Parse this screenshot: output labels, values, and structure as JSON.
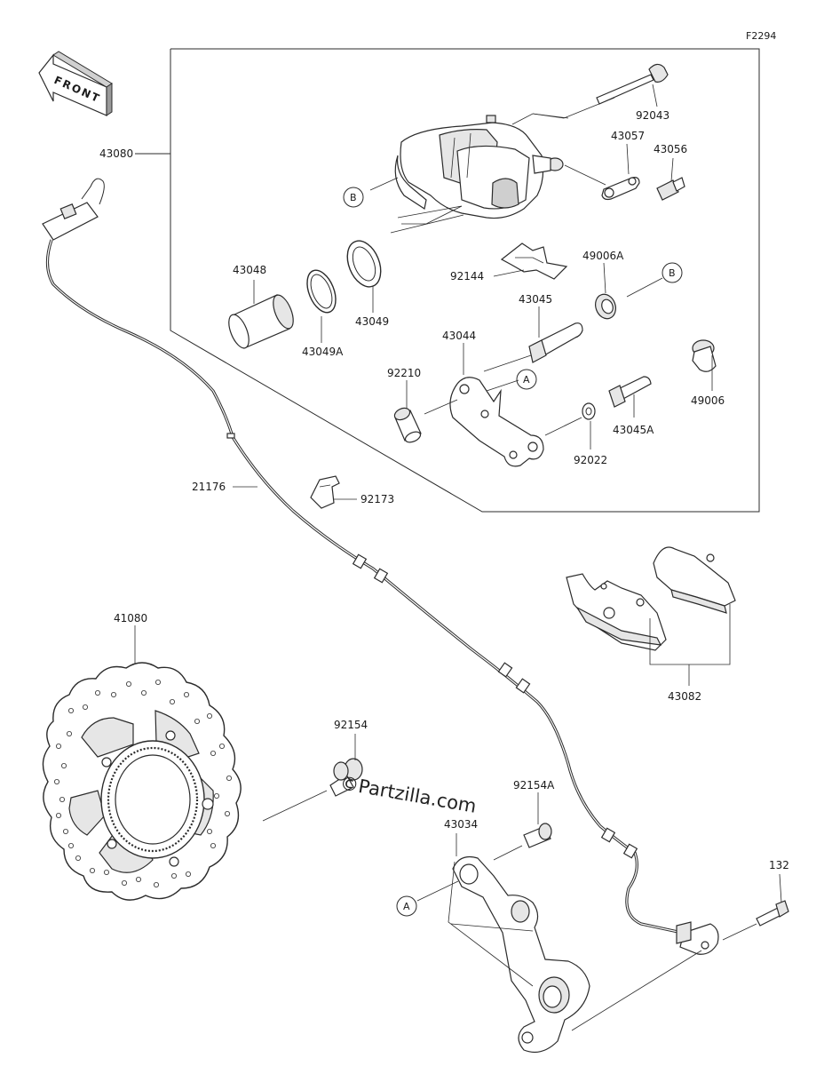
{
  "diagram": {
    "code": "F2294",
    "front_label": "FRONT",
    "watermark": "©Partzilla.com",
    "ref_a": "A",
    "ref_b": "B"
  },
  "parts": [
    {
      "id": "43080",
      "label": "43080"
    },
    {
      "id": "92043",
      "label": "92043"
    },
    {
      "id": "43057",
      "label": "43057"
    },
    {
      "id": "43056",
      "label": "43056"
    },
    {
      "id": "43048",
      "label": "43048"
    },
    {
      "id": "43049A",
      "label": "43049A"
    },
    {
      "id": "43049",
      "label": "43049"
    },
    {
      "id": "92144",
      "label": "92144"
    },
    {
      "id": "49006A",
      "label": "49006A"
    },
    {
      "id": "43045",
      "label": "43045"
    },
    {
      "id": "43044",
      "label": "43044"
    },
    {
      "id": "92210",
      "label": "92210"
    },
    {
      "id": "49006",
      "label": "49006"
    },
    {
      "id": "43045A",
      "label": "43045A"
    },
    {
      "id": "92022",
      "label": "92022"
    },
    {
      "id": "21176",
      "label": "21176"
    },
    {
      "id": "92173",
      "label": "92173"
    },
    {
      "id": "43082",
      "label": "43082"
    },
    {
      "id": "41080",
      "label": "41080"
    },
    {
      "id": "92154",
      "label": "92154"
    },
    {
      "id": "92154A",
      "label": "92154A"
    },
    {
      "id": "43034",
      "label": "43034"
    },
    {
      "id": "132",
      "label": "132"
    }
  ]
}
